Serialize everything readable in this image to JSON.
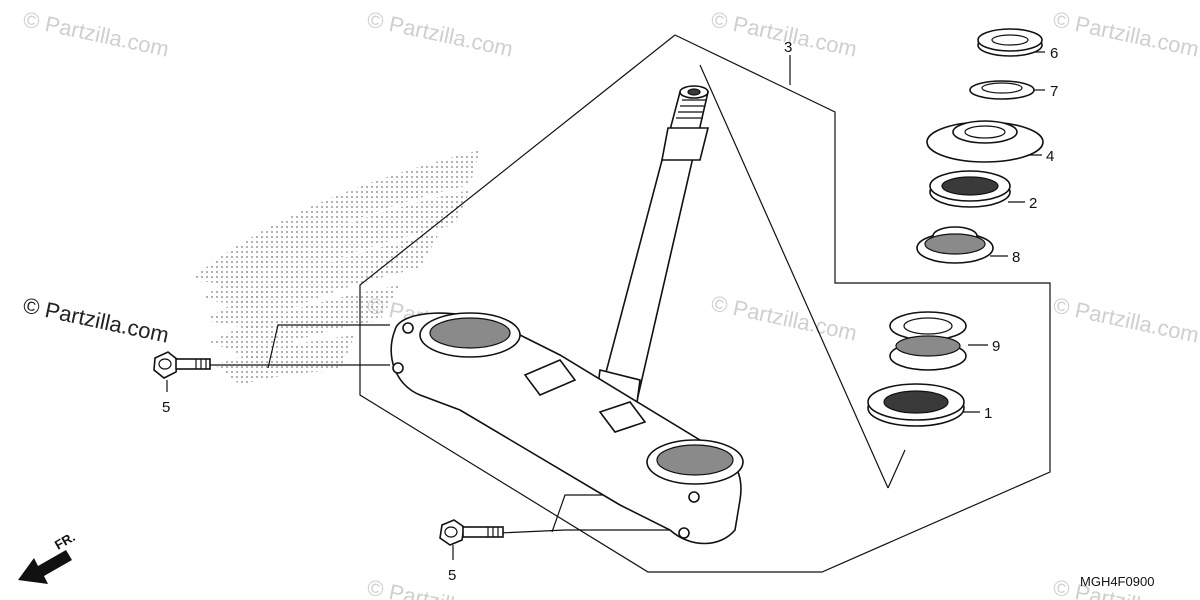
{
  "watermarks": [
    "© Partzilla.com",
    "© Partzilla.com",
    "© Partzilla.com",
    "© Partzilla.com",
    "© Partzilla.com",
    "© Partzilla.com",
    "© Partzilla.com",
    "© Partzilla.com",
    "© Partzilla.com",
    "© Partzilla.com"
  ],
  "callouts": {
    "c1": "1",
    "c2": "2",
    "c3": "3",
    "c4": "4",
    "c5a": "5",
    "c5b": "5",
    "c6": "6",
    "c7": "7",
    "c8": "8",
    "c9": "9"
  },
  "diagram_code": "MGH4F0900",
  "front_arrow_label": "FR.",
  "colors": {
    "line": "#111111",
    "watermark": "#cfcfcf",
    "logo_dots": "#9a9a9a"
  }
}
